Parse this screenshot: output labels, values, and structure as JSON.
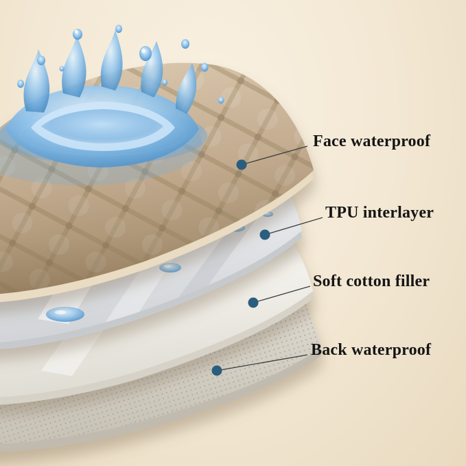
{
  "figure": {
    "background_color": "#f3e8d4",
    "dot_color": "#2b5d7d",
    "line_color": "#3c3c3c",
    "text_color": "#151515",
    "face_fabric_color": "#c9b296",
    "tpu_color": "#e9eaec",
    "cotton_color": "#f6f5f1",
    "back_color": "#ddd9d0",
    "water_color": "#79b5e4"
  },
  "callouts": [
    {
      "label": "Face waterproof"
    },
    {
      "label": "TPU interlayer"
    },
    {
      "label": "Soft cotton filler"
    },
    {
      "label": "Back waterproof"
    }
  ],
  "layers": [
    {
      "name": "face-waterproof-layer"
    },
    {
      "name": "tpu-interlayer-layer"
    },
    {
      "name": "soft-cotton-filler-layer"
    },
    {
      "name": "back-waterproof-layer"
    }
  ]
}
